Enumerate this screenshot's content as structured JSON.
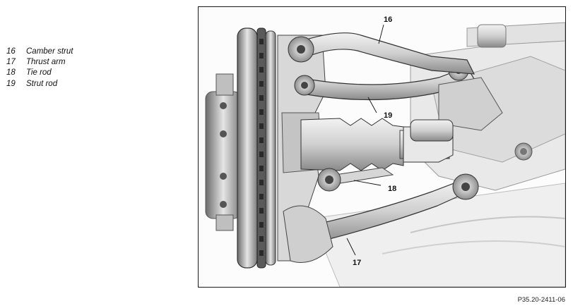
{
  "legend": {
    "items": [
      {
        "number": "16",
        "label": "Camber strut"
      },
      {
        "number": "17",
        "label": "Thrust arm"
      },
      {
        "number": "18",
        "label": "Tie rod"
      },
      {
        "number": "19",
        "label": "Strut rod"
      }
    ]
  },
  "figure": {
    "callouts": {
      "c16": "16",
      "c17": "17",
      "c18": "18",
      "c19": "19"
    },
    "code": "P35.20-2411-06"
  }
}
